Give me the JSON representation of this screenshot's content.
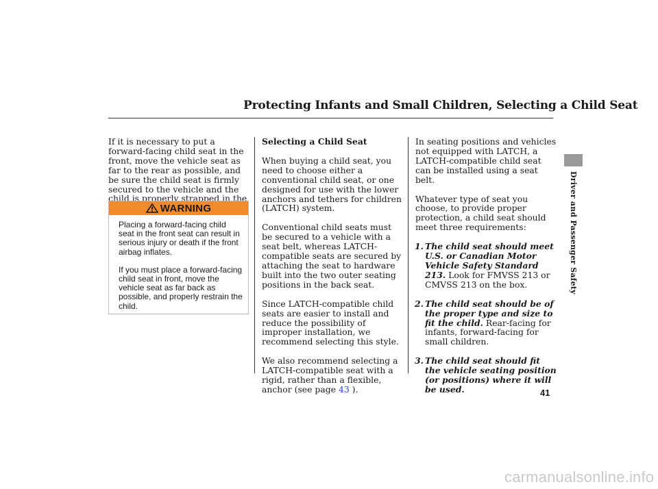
{
  "page": {
    "title": "Protecting Infants and Small Children, Selecting a Child Seat",
    "side_tab": "Driver and Passenger Safety",
    "page_number": "41",
    "watermark": "carmanualsonline.info"
  },
  "col1": {
    "intro": "If it is necessary to put a forward-facing child seat in the front, move the vehicle seat as far to the rear as possible, and be sure the child seat is firmly secured to the vehicle and the child is properly strapped in the seat."
  },
  "warning": {
    "label": "WARNING",
    "icon": "warning-triangle-icon",
    "color": "#f28b2c",
    "para1": "Placing a forward-facing child seat in the front seat can result in serious injury or death if the front airbag inflates.",
    "para2": "If you must place a forward-facing child seat in front, move the vehicle seat as far back as possible, and properly restrain the child."
  },
  "col2": {
    "heading": "Selecting a Child Seat",
    "p1": "When buying a child seat, you need to choose either a conventional child seat, or one designed for use with the lower anchors and tethers for children (LATCH) system.",
    "p2": "Conventional child seats must be secured to a vehicle with a seat belt, whereas LATCH-compatible seats are secured by attaching the seat to hardware built into the two outer seating positions in the back seat.",
    "p3": "Since LATCH-compatible child seats are easier to install and reduce the possibility of improper installation, we recommend selecting this style.",
    "p4_before": "We also recommend selecting a LATCH-compatible seat with a rigid, rather than a flexible, anchor (see page ",
    "p4_link": "43",
    "p4_after": " )."
  },
  "col3": {
    "p1": "In seating positions and vehicles not equipped with LATCH, a LATCH-compatible child seat can be installed using a seat belt.",
    "p2": "Whatever type of seat you choose, to provide proper protection, a child seat should meet three requirements:",
    "requirements": [
      {
        "num": "1.",
        "head": "The child seat should meet U.S. or Canadian Motor Vehicle Safety Standard 213.",
        "body": " Look for FMVSS 213 or CMVSS 213 on the box."
      },
      {
        "num": "2.",
        "head": "The child seat should be of the proper type and size to fit the child.",
        "body": " Rear-facing for infants, forward-facing for small children."
      },
      {
        "num": "3.",
        "head": "The child seat should fit the vehicle seating position (or positions) where it will be used.",
        "body": ""
      }
    ]
  }
}
